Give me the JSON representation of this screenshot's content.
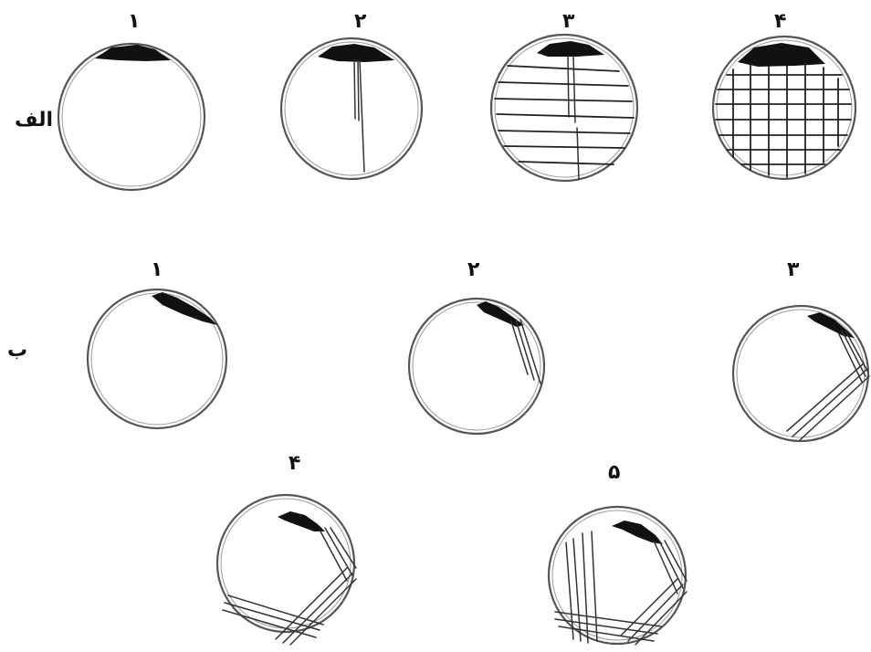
{
  "rows": {
    "a_label": "الف",
    "b_label": "ب"
  },
  "row_a": {
    "numbers": [
      "۱",
      "۲",
      "۳",
      "۴"
    ]
  },
  "row_b": {
    "numbers": [
      "۱",
      "۲",
      "۳",
      "۴",
      "۵"
    ]
  }
}
